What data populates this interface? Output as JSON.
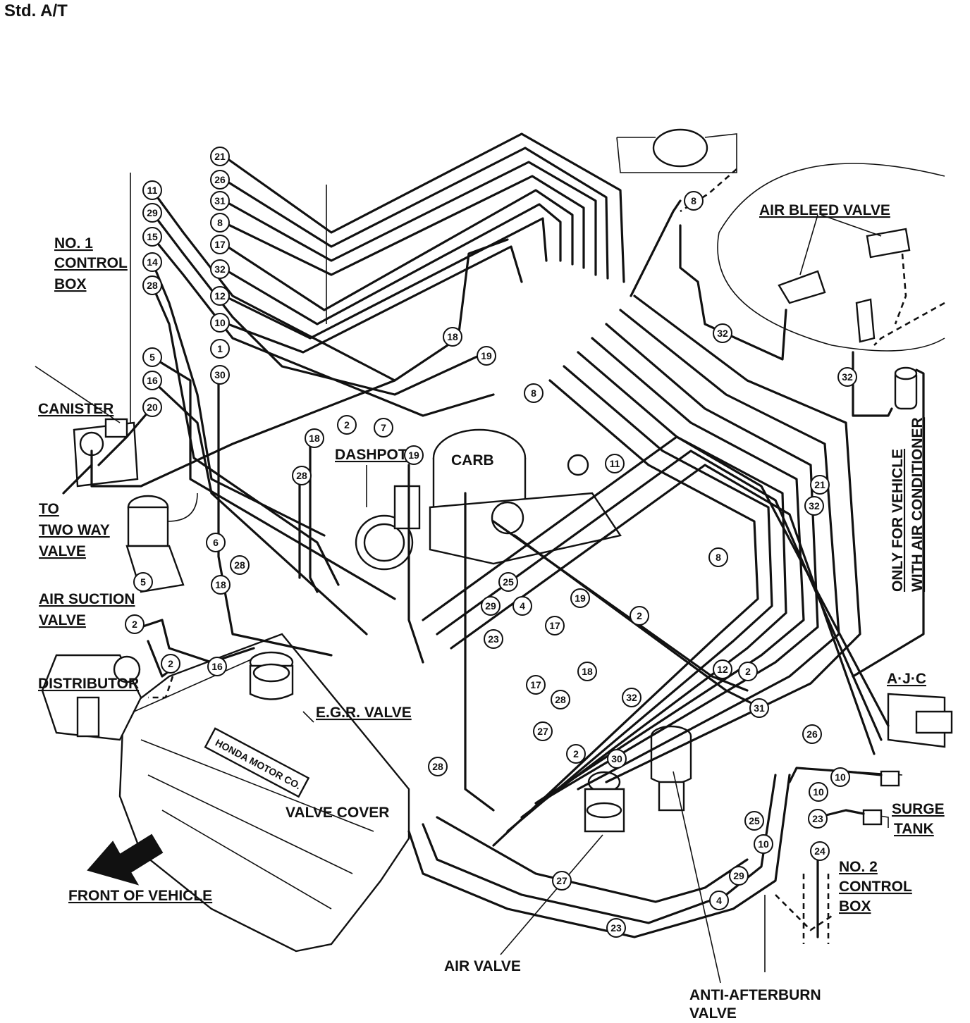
{
  "title": "Std. A/T",
  "labels": {
    "no1_control_box": [
      "NO. 1",
      "CONTROL",
      "BOX"
    ],
    "canister": "CANISTER",
    "to_two_way_valve": [
      "TO",
      "TWO WAY",
      "VALVE"
    ],
    "air_suction_valve": [
      "AIR SUCTION",
      "VALVE"
    ],
    "distributor": "DISTRIBUTOR",
    "dashpot": "DASHPOT",
    "carb": "CARB",
    "air_bleed_valve": "AIR BLEED VALVE",
    "only_for_vehicle": [
      "ONLY FOR VEHICLE",
      "WITH AIR CONDITIONER"
    ],
    "ajc": "A·J·C",
    "egr_valve": "E.G.R. VALVE",
    "valve_cover": "VALVE COVER",
    "honda_stamp": "HONDA MOTOR CO.",
    "front_of_vehicle": "FRONT OF VEHICLE",
    "surge_tank": [
      "SURGE",
      "TANK"
    ],
    "no2_control_box": [
      "NO. 2",
      "CONTROL",
      "BOX"
    ],
    "air_valve": "AIR VALVE",
    "anti_afterburn_valve": [
      "ANTI-AFTERBURN",
      "VALVE"
    ]
  },
  "callouts": [
    "21",
    "26",
    "31",
    "8",
    "17",
    "32",
    "12",
    "10",
    "1",
    "30",
    "11",
    "29",
    "15",
    "14",
    "28",
    "5",
    "16",
    "20",
    "18",
    "19",
    "8",
    "2",
    "7",
    "19",
    "18",
    "28",
    "6",
    "28",
    "18",
    "5",
    "2",
    "2",
    "16",
    "8",
    "32",
    "32",
    "21",
    "32",
    "11",
    "8",
    "25",
    "4",
    "19",
    "29",
    "2",
    "17",
    "23",
    "18",
    "17",
    "28",
    "32",
    "27",
    "2",
    "30",
    "28",
    "12",
    "2",
    "31",
    "26",
    "10",
    "10",
    "23",
    "24",
    "25",
    "10",
    "29",
    "4",
    "23",
    "27"
  ]
}
